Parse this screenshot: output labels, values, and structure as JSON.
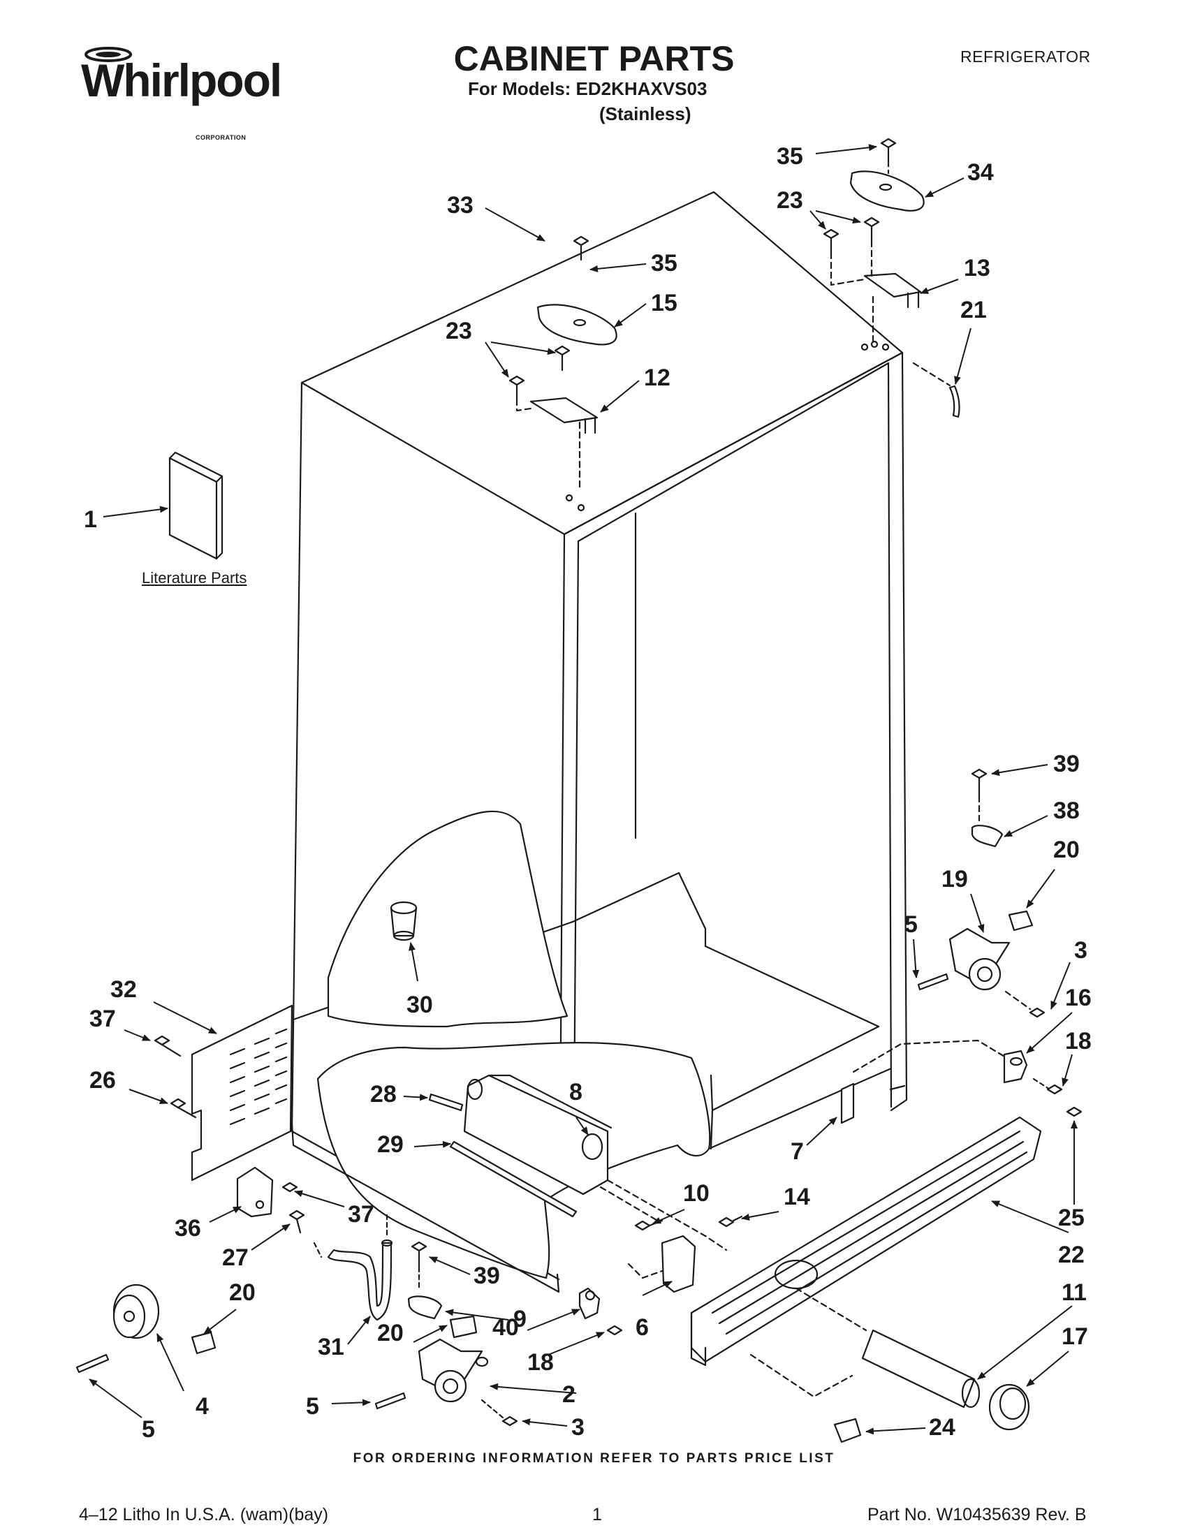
{
  "brand": {
    "name": "Whirlpool",
    "subtext": "CORPORATION"
  },
  "header": {
    "title": "CABINET PARTS",
    "models": "For Models: ED2KHAXVS03",
    "finish": "(Stainless)",
    "category": "REFRIGERATOR"
  },
  "diagram": {
    "literature_label": "Literature Parts",
    "callouts": [
      {
        "id": "c1",
        "label": "1"
      },
      {
        "id": "c33",
        "label": "33"
      },
      {
        "id": "c35a",
        "label": "35"
      },
      {
        "id": "c15",
        "label": "15"
      },
      {
        "id": "c23a",
        "label": "23"
      },
      {
        "id": "c12",
        "label": "12"
      },
      {
        "id": "c35b",
        "label": "35"
      },
      {
        "id": "c34",
        "label": "34"
      },
      {
        "id": "c23b",
        "label": "23"
      },
      {
        "id": "c13",
        "label": "13"
      },
      {
        "id": "c21",
        "label": "21"
      },
      {
        "id": "c39a",
        "label": "39"
      },
      {
        "id": "c38",
        "label": "38"
      },
      {
        "id": "c20a",
        "label": "20"
      },
      {
        "id": "c19",
        "label": "19"
      },
      {
        "id": "c5a",
        "label": "5"
      },
      {
        "id": "c3a",
        "label": "3"
      },
      {
        "id": "c16",
        "label": "16"
      },
      {
        "id": "c18a",
        "label": "18"
      },
      {
        "id": "c25",
        "label": "25"
      },
      {
        "id": "c22",
        "label": "22"
      },
      {
        "id": "c11",
        "label": "11"
      },
      {
        "id": "c17",
        "label": "17"
      },
      {
        "id": "c24",
        "label": "24"
      },
      {
        "id": "c32",
        "label": "32"
      },
      {
        "id": "c37a",
        "label": "37"
      },
      {
        "id": "c26",
        "label": "26"
      },
      {
        "id": "c30",
        "label": "30"
      },
      {
        "id": "c28",
        "label": "28"
      },
      {
        "id": "c8",
        "label": "8"
      },
      {
        "id": "c29",
        "label": "29"
      },
      {
        "id": "c7",
        "label": "7"
      },
      {
        "id": "c10",
        "label": "10"
      },
      {
        "id": "c14",
        "label": "14"
      },
      {
        "id": "c36",
        "label": "36"
      },
      {
        "id": "c37b",
        "label": "37"
      },
      {
        "id": "c27",
        "label": "27"
      },
      {
        "id": "c20b",
        "label": "20"
      },
      {
        "id": "c39b",
        "label": "39"
      },
      {
        "id": "c9",
        "label": "9"
      },
      {
        "id": "c6",
        "label": "6"
      },
      {
        "id": "c31",
        "label": "31"
      },
      {
        "id": "c20c",
        "label": "20"
      },
      {
        "id": "c40",
        "label": "40"
      },
      {
        "id": "c18b",
        "label": "18"
      },
      {
        "id": "c2",
        "label": "2"
      },
      {
        "id": "c5b",
        "label": "5"
      },
      {
        "id": "c4",
        "label": "4"
      },
      {
        "id": "c5c",
        "label": "5"
      },
      {
        "id": "c3b",
        "label": "3"
      }
    ]
  },
  "footer": {
    "ordering_note": "FOR ORDERING INFORMATION REFER TO PARTS PRICE LIST",
    "litho": "4–12 Litho In U.S.A. (wam)(bay)",
    "page": "1",
    "part_no": "Part No. W10435639 Rev. B"
  }
}
